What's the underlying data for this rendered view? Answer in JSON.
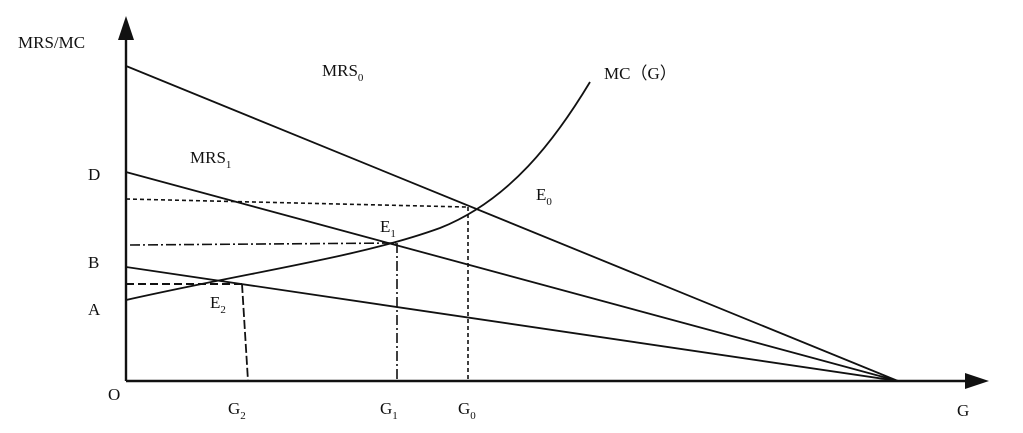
{
  "axes": {
    "y_title": "MRS/MC",
    "x_title": "G",
    "origin": "O"
  },
  "y_ticks": {
    "D": "D",
    "B": "B",
    "A": "A"
  },
  "curves": {
    "mrs0": {
      "base": "MRS",
      "sub": "0"
    },
    "mrs1": {
      "base": "MRS",
      "sub": "1"
    },
    "mc": "MC（G）"
  },
  "points": {
    "e0": {
      "base": "E",
      "sub": "0"
    },
    "e1": {
      "base": "E",
      "sub": "1"
    },
    "e2": {
      "base": "E",
      "sub": "2"
    }
  },
  "x_ticks": {
    "g2": {
      "base": "G",
      "sub": "2"
    },
    "g1": {
      "base": "G",
      "sub": "1"
    },
    "g0": {
      "base": "G",
      "sub": "0"
    }
  },
  "colors": {
    "ink": "#111111",
    "background": "#ffffff"
  }
}
